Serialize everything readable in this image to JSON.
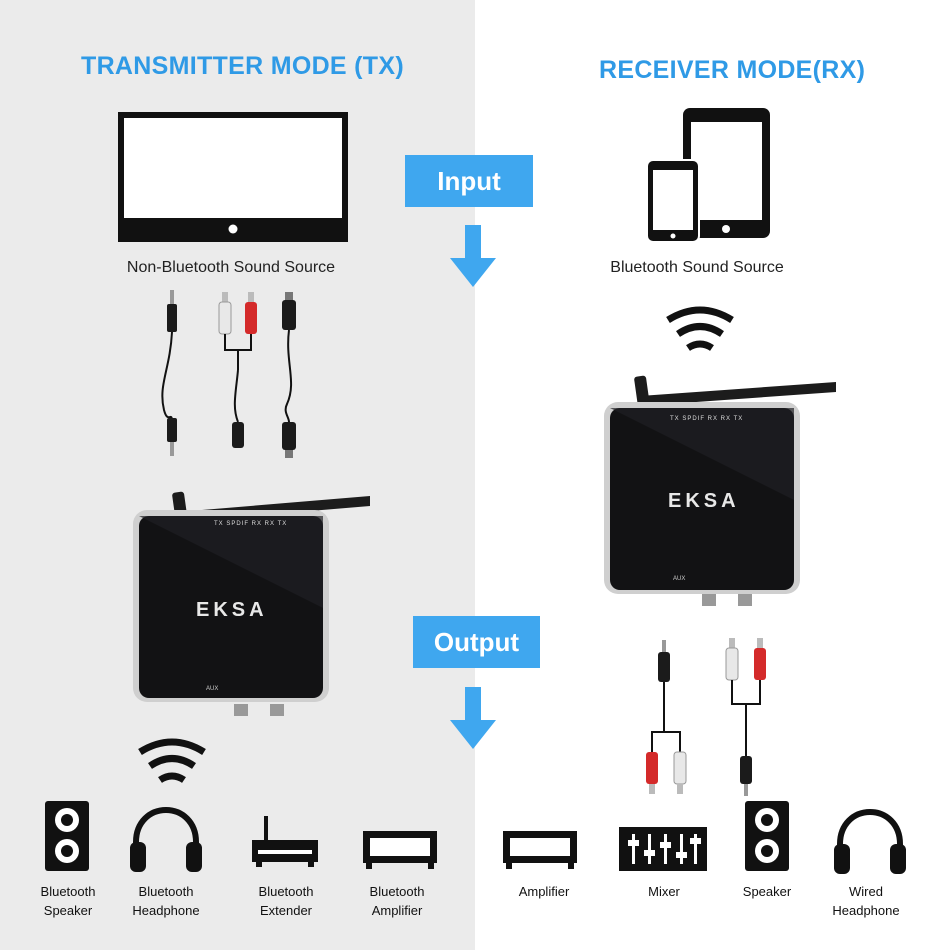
{
  "tx": {
    "title": "TRANSMITTER MODE (TX)",
    "source_caption": "Non-Bluetooth Sound Source",
    "outputs": [
      {
        "line1": "Bluetooth",
        "line2": "Speaker",
        "icon": "speaker-icon"
      },
      {
        "line1": "Bluetooth",
        "line2": "Headphone",
        "icon": "headphone-icon"
      },
      {
        "line1": "Bluetooth",
        "line2": "Extender",
        "icon": "extender-icon"
      },
      {
        "line1": "Bluetooth",
        "line2": "Amplifier",
        "icon": "amplifier-icon"
      }
    ]
  },
  "rx": {
    "title": "RECEIVER MODE(RX)",
    "source_caption": "Bluetooth Sound Source",
    "outputs": [
      {
        "line1": "Amplifier",
        "line2": "",
        "icon": "amplifier-icon"
      },
      {
        "line1": "Mixer",
        "line2": "",
        "icon": "mixer-icon"
      },
      {
        "line1": "Speaker",
        "line2": "",
        "icon": "speaker-icon"
      },
      {
        "line1": "Wired",
        "line2": "Headphone",
        "icon": "headphone-icon"
      }
    ]
  },
  "flow": {
    "input_label": "Input",
    "output_label": "Output"
  },
  "device": {
    "brand": "EKSA",
    "top_labels": "TX SPDIF RX   RX   TX",
    "aux_label": "AUX"
  },
  "colors": {
    "accent": "#2f9ae6",
    "pill": "#3fa7ef",
    "left_bg": "#ebebeb",
    "right_bg": "#ffffff"
  }
}
